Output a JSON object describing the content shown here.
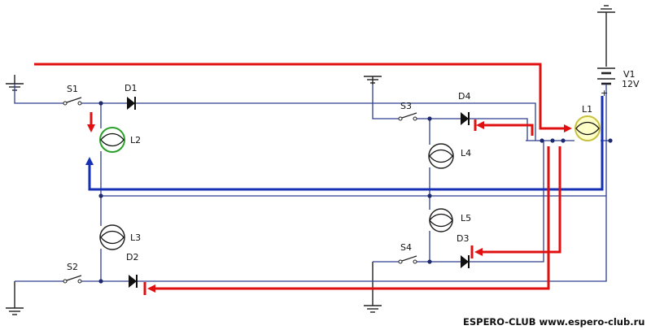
{
  "labels": {
    "s1": "S1",
    "s2": "S2",
    "s3": "S3",
    "s4": "S4",
    "d1": "D1",
    "d2": "D2",
    "d3": "D3",
    "d4": "D4",
    "l1": "L1",
    "l2": "L2",
    "l3": "L3",
    "l4": "L4",
    "l5": "L5",
    "v1": "V1",
    "v1_value": "12V",
    "plus": "+"
  },
  "watermark": "ESPERO-CLUB www.espero-club.ru",
  "colors": {
    "wire": "#2e3f8f",
    "bus": "#1530b5",
    "current_arrow": "#e01010",
    "lamp_l2_ring": "#2aa02a",
    "lamp_l1_fill": "#ffffc8",
    "lamp_l1_ring": "#c8c040"
  }
}
